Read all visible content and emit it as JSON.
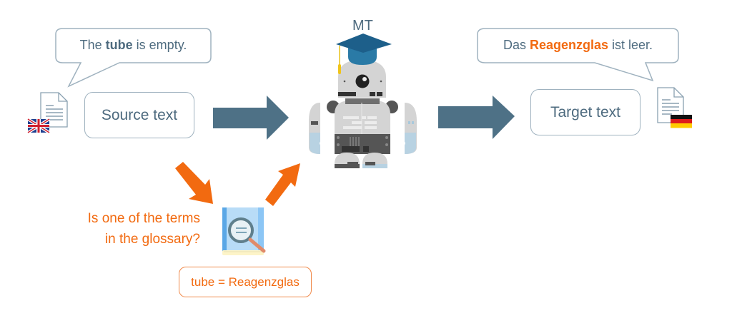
{
  "source": {
    "bubble": {
      "before": "The ",
      "term": "tube",
      "after": " is empty."
    },
    "box_label": "Source text",
    "flag": "uk-flag-icon",
    "document_icon": "document-icon"
  },
  "mt": {
    "label": "MT",
    "icon": "robot-graduate-icon"
  },
  "target": {
    "bubble": {
      "before": "Das ",
      "term": "Reagenzglas",
      "after": " ist leer."
    },
    "box_label": "Target text",
    "flag": "german-flag-icon",
    "document_icon": "document-icon"
  },
  "glossary": {
    "question_line1": "Is one of the terms",
    "question_line2": "in the glossary?",
    "entry": "tube = Reagenzglas",
    "icon": "glossary-book-search-icon"
  },
  "colors": {
    "primary_text": "#4e6b7f",
    "arrow_main": "#4e7186",
    "accent_orange": "#f26a10",
    "box_border": "#9fb2bf"
  }
}
